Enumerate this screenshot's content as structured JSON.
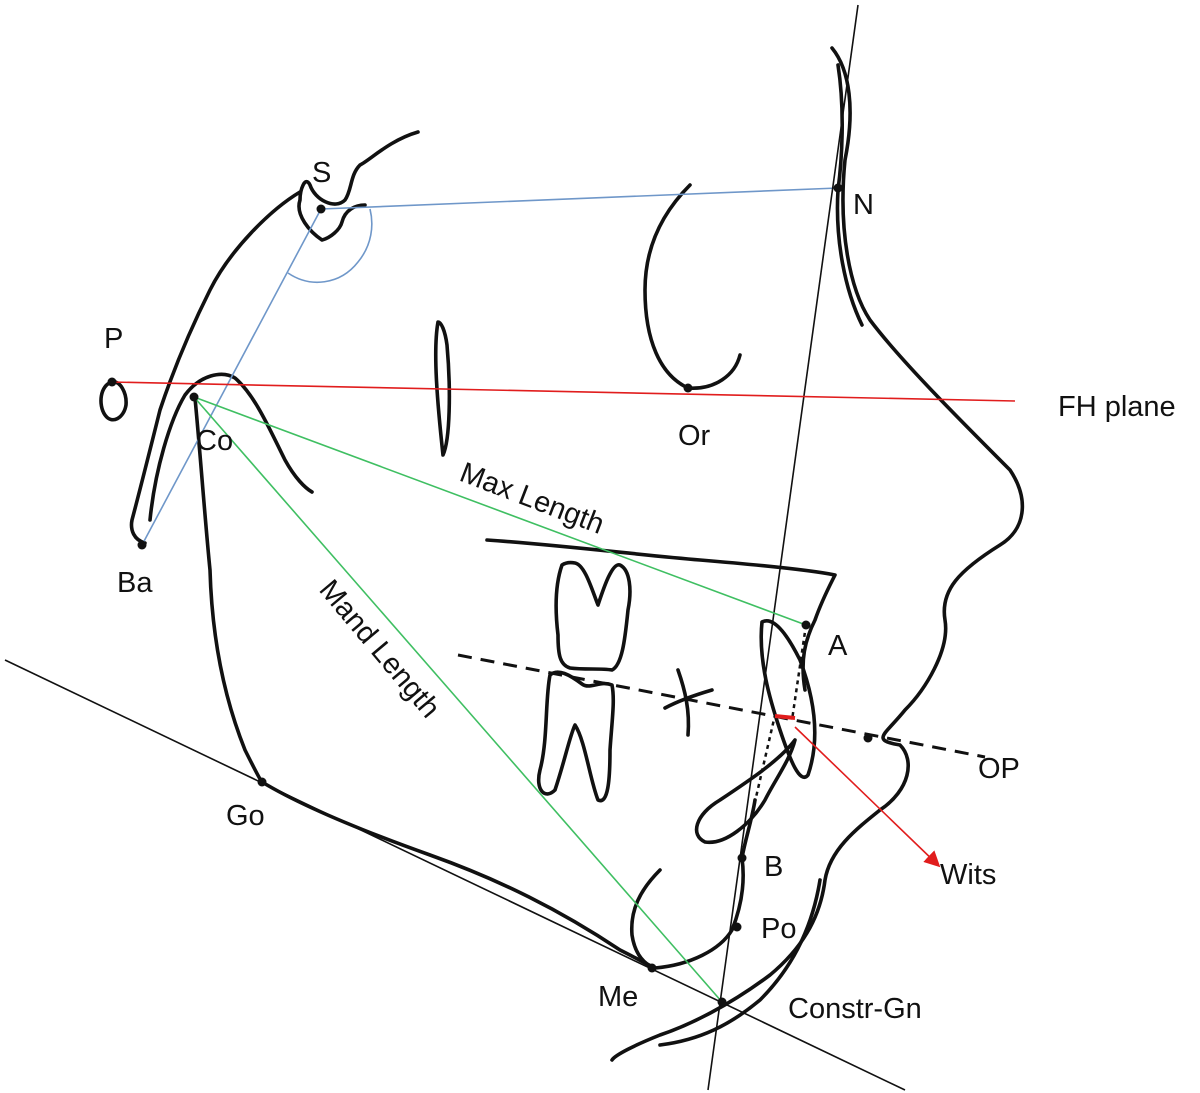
{
  "landmarks": {
    "S": "S",
    "N": "N",
    "P": "P",
    "Co": "Co",
    "Or": "Or",
    "Ba": "Ba",
    "A": "A",
    "B": "B",
    "Go": "Go",
    "Po": "Po",
    "Me": "Me",
    "ConstrGn": "Constr-Gn"
  },
  "line_labels": {
    "fh_plane": "FH plane",
    "max_length": "Max Length",
    "mand_length": "Mand Length",
    "op": "OP",
    "wits": "Wits"
  },
  "colors": {
    "trace": "#111111",
    "cranial_base_lines": "#6f97c9",
    "length_lines": "#3fbf62",
    "fh_plane_and_wits": "#e11d1d"
  }
}
